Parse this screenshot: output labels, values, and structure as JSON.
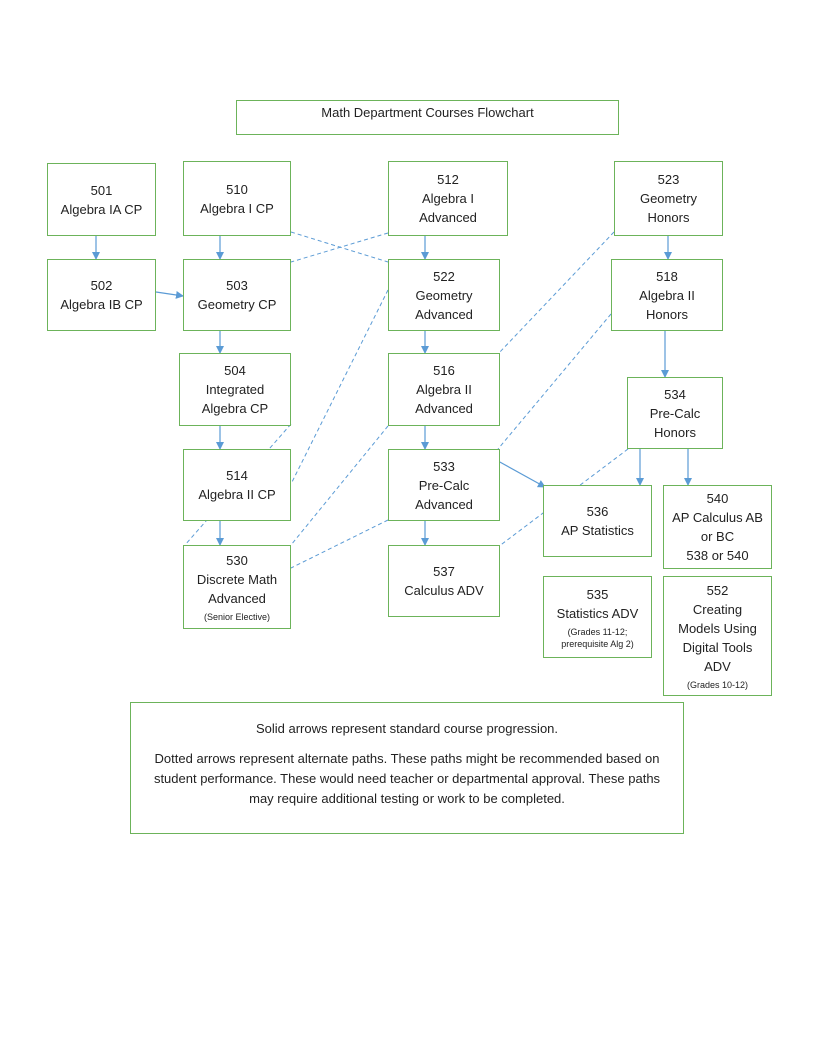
{
  "title": "Math Department Courses Flowchart",
  "colors": {
    "border": "#6cb35a",
    "arrow": "#5b9bd5"
  },
  "nodes": {
    "n501": {
      "code": "501",
      "name": "Algebra IA CP"
    },
    "n510": {
      "code": "510",
      "name": "Algebra I CP"
    },
    "n512": {
      "code": "512",
      "l1": "Algebra I",
      "l2": "Advanced"
    },
    "n523": {
      "code": "523",
      "l1": "Geometry",
      "l2": "Honors"
    },
    "n502": {
      "code": "502",
      "name": "Algebra IB CP"
    },
    "n503": {
      "code": "503",
      "name": "Geometry CP"
    },
    "n522": {
      "code": "522",
      "l1": "Geometry",
      "l2": "Advanced"
    },
    "n518": {
      "code": "518",
      "l1": "Algebra II",
      "l2": "Honors"
    },
    "n504": {
      "code": "504",
      "l1": "Integrated",
      "l2": "Algebra CP"
    },
    "n516": {
      "code": "516",
      "l1": "Algebra II",
      "l2": "Advanced"
    },
    "n534": {
      "code": "534",
      "l1": "Pre-Calc",
      "l2": "Honors"
    },
    "n514": {
      "code": "514",
      "name": "Algebra II CP"
    },
    "n533": {
      "code": "533",
      "l1": "Pre-Calc",
      "l2": "Advanced"
    },
    "n536": {
      "code": "536",
      "name": "AP Statistics"
    },
    "n540": {
      "code": "540",
      "l1": "AP Calculus AB",
      "l2": "or BC",
      "l3": "538 or 540"
    },
    "n530": {
      "code": "530",
      "l1": "Discrete Math",
      "l2": "Advanced",
      "note": "(Senior Elective)"
    },
    "n537": {
      "code": "537",
      "name": "Calculus ADV"
    },
    "n535": {
      "code": "535",
      "name": "Statistics ADV",
      "note1": "(Grades 11-12;",
      "note2": "prerequisite Alg 2)"
    },
    "n552": {
      "code": "552",
      "l1": "Creating",
      "l2": "Models Using",
      "l3": "Digital Tools",
      "l4": "ADV",
      "note": "(Grades 10-12)"
    }
  },
  "legend": {
    "line1": "Solid arrows represent standard course progression.",
    "line2": "Dotted arrows represent alternate paths.  These paths might be recommended based on student performance.  These would need teacher or departmental approval.  These paths may require additional testing or work to be completed."
  }
}
